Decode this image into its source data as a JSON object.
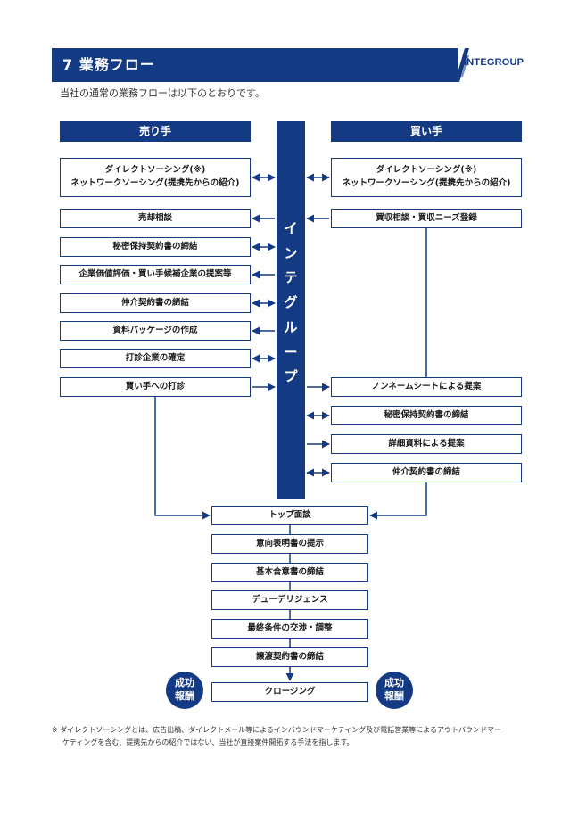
{
  "header": {
    "title": "7  業務フロー",
    "logo": "INTEGROUP"
  },
  "intro": "当社の通常の業務フローは以下のとおりです。",
  "seller": {
    "heading": "売り手",
    "sourcing": [
      "ダイレクトソーシング(※)",
      "ネットワークソーシング(提携先からの紹介)"
    ],
    "steps": [
      "売却相談",
      "秘密保持契約書の締結",
      "企業価値評価・買い手候補企業の提案等",
      "仲介契約書の締結",
      "資料パッケージの作成",
      "打診企業の確定",
      "買い手への打診"
    ]
  },
  "buyer": {
    "heading": "買い手",
    "sourcing": [
      "ダイレクトソーシング(※)",
      "ネットワークソーシング(提携先からの紹介)"
    ],
    "steps": [
      "買収相談・買収ニーズ登録",
      "ノンネームシートによる提案",
      "秘密保持契約書の締結",
      "詳細資料による提案",
      "仲介契約書の締結"
    ]
  },
  "center_label": [
    "イ",
    "ン",
    "テ",
    "グ",
    "ル",
    "ー",
    "プ"
  ],
  "joint_steps": [
    "トップ面談",
    "意向表明書の提示",
    "基本合意書の締結",
    "デューデリジェンス",
    "最終条件の交渉・調整",
    "譲渡契約書の締結",
    "クロージング"
  ],
  "badges": {
    "left": [
      "成功",
      "報酬"
    ],
    "right": [
      "成功",
      "報酬"
    ]
  },
  "footnote": [
    "※ ダイレクトソーシングとは、広告出稿、ダイレクトメール等によるインバウンドマーケティング及び電話営業等によるアウトバウンドマー",
    "ケティングを含む、提携先からの紹介ではない、当社が直接案件開拓する手法を指します。"
  ],
  "colors": {
    "brand_navy": "#143a84",
    "slash_light": "#6f8ec7"
  }
}
